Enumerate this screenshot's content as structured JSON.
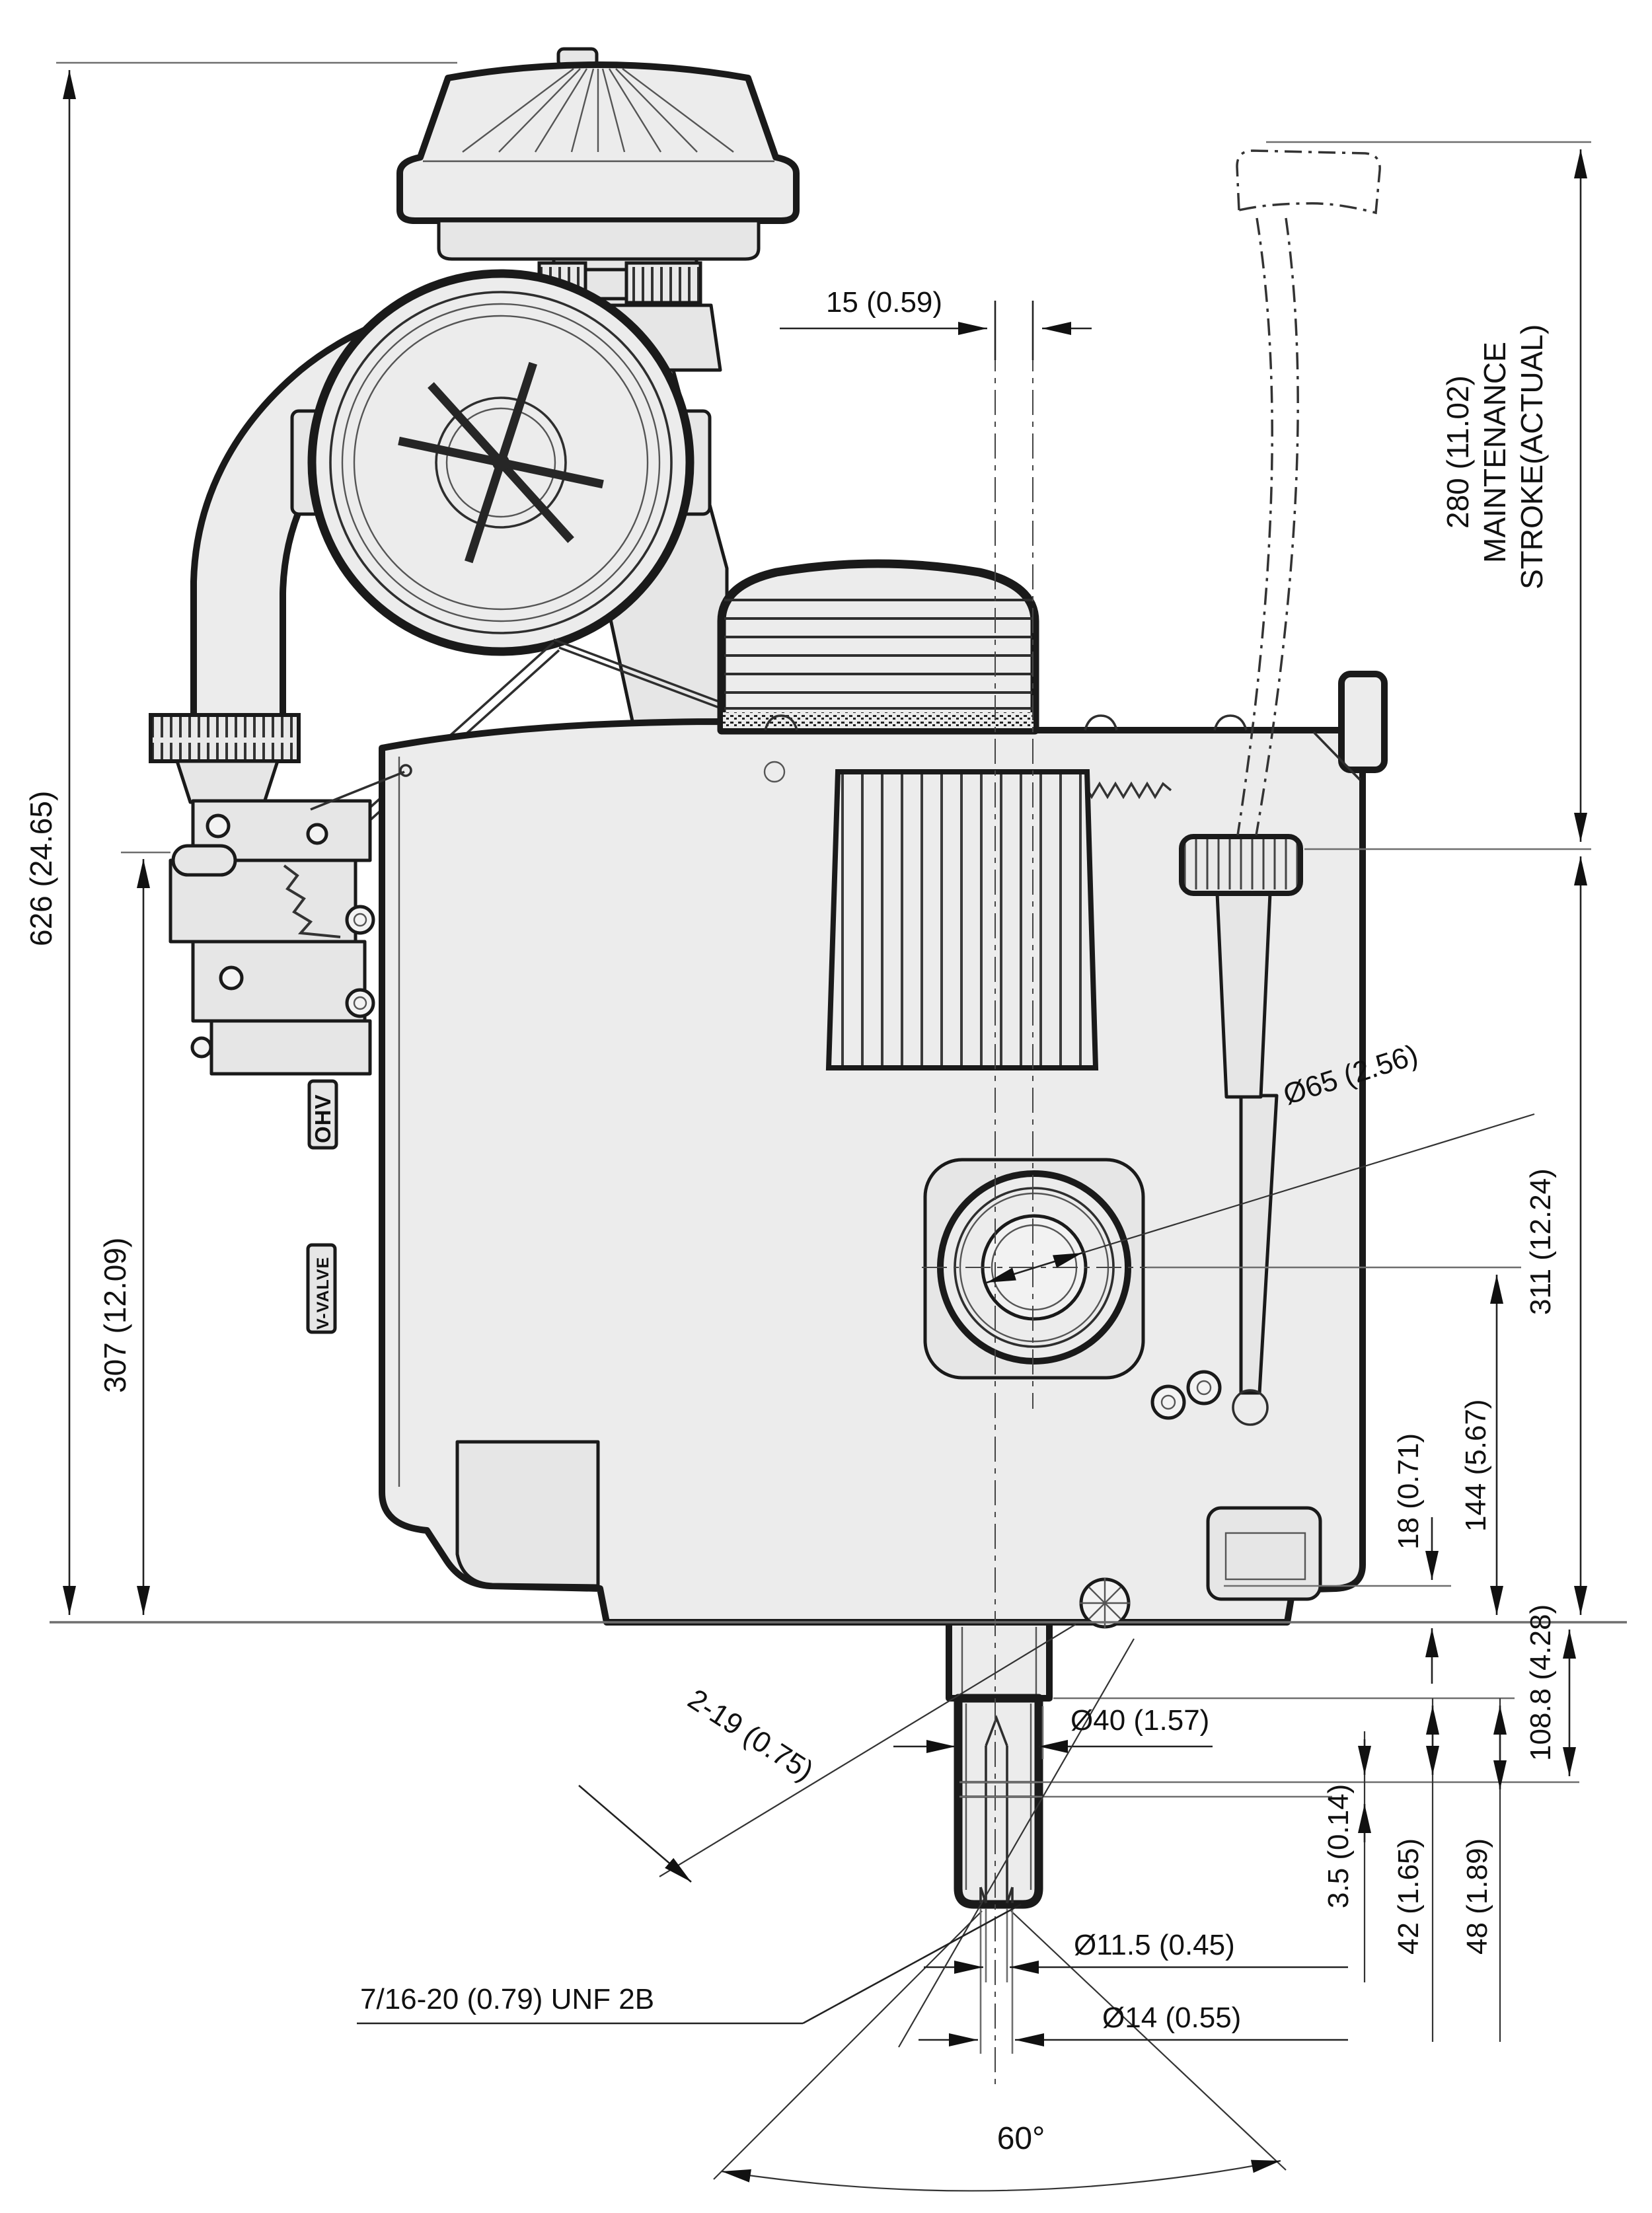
{
  "drawing": {
    "type": "engine-dimensional-drawing",
    "colors": {
      "outline": "#1a1a1a",
      "fill": "#ececec",
      "dimension": "#222222",
      "reference": "#6e6e6e"
    },
    "labels": {
      "offset_top": "15 (0.59)",
      "maintenance_value": "280 (11.02)",
      "maintenance_line1": "MAINTENANCE",
      "maintenance_line2": "STROKE(ACTUAL)",
      "overall_height": "626 (24.65)",
      "carb_height": "307 (12.09)",
      "pto_bore_dia": "Ø65 (2.56)",
      "pto_face_height": "311 (12.24)",
      "pan_step_height": "18 (0.71)",
      "crank_center_height": "144 (5.67)",
      "shaft_length": "108.8 (4.28)",
      "shaft_dia": "Ø40 (1.57)",
      "mount_holes": "2-19 (0.75)",
      "pilot_dia_minor": "Ø11.5 (0.45)",
      "pilot_dia": "Ø14 (0.55)",
      "thread_spec": "7/16-20 (0.79) UNF 2B",
      "groove_width": "3.5 (0.14)",
      "groove_pos1": "42 (1.65)",
      "groove_pos2": "48 (1.89)",
      "drill_angle": "60°",
      "badge_ohv": "OHV",
      "badge_vvalve": "V-VALVE"
    }
  }
}
